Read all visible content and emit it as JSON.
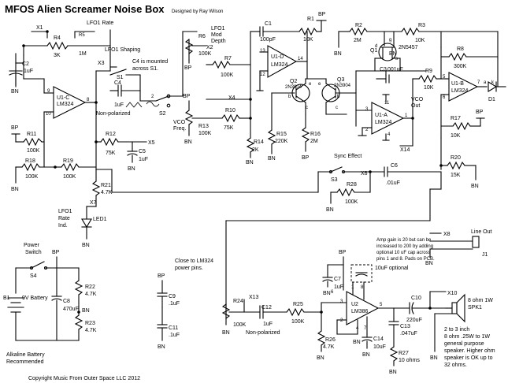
{
  "title": "MFOS Alien Screamer Noise Box",
  "designer": "Designed by Ray Wilson",
  "copyright": "Copyright Music From Outer Space LLC 2012",
  "notes": {
    "c4_note": [
      "C4 is mounted",
      "across S1."
    ],
    "lm324_note": [
      "Close to LM324",
      "power pins."
    ],
    "amp_gain_note": [
      "Amp gain is 20 but can be",
      "increased to 200 by adding",
      "optional 10 uF cap across",
      "pins 1 and 8. Pads on PCB."
    ],
    "optional_cap": "10uF optional",
    "battery_note": [
      "Alkaline Battery",
      "Recommended"
    ],
    "speaker_note": [
      "2 to 3 inch",
      "8 ohm .25W to 1W",
      "general purpose",
      "speaker. Higher ohm",
      "speaker is OK up to",
      "32 ohms."
    ],
    "sync_effect": "Sync Effect",
    "lfo1_shaping": "LFO1 Shaping",
    "lfo1_rate": "LFO1 Rate",
    "lfo1_mod_depth": [
      "LFO1",
      "Mod",
      "Depth"
    ],
    "vco_freq": [
      "VCO",
      "Freq."
    ],
    "vco_out": [
      "VCO",
      "Out"
    ],
    "lfo1_rate_ind": [
      "LFO1",
      "Rate",
      "Ind."
    ],
    "power_switch": [
      "Power",
      "Switch"
    ],
    "line_out": "Line Out",
    "non_polarized_1": "Non-polarized",
    "non_polarized_2": "Non-polarized",
    "speaker_label": [
      "8 ohm 1W",
      "SPK1"
    ]
  },
  "components": {
    "R1": [
      "R1",
      "10K"
    ],
    "R2": [
      "R2",
      "2M"
    ],
    "R3": [
      "R3",
      "10K"
    ],
    "R4": [
      "R4",
      "3K"
    ],
    "R5": [
      "R5",
      "1M"
    ],
    "R6": [
      "R6",
      "100K"
    ],
    "R7": [
      "R7",
      "100K"
    ],
    "R8": [
      "R8",
      "300K"
    ],
    "R9": [
      "R9",
      "10K"
    ],
    "R10": [
      "R10",
      "75K"
    ],
    "R11": [
      "R11",
      "100K"
    ],
    "R12": [
      "R12",
      "75K"
    ],
    "R13": [
      "R13",
      "100K"
    ],
    "R14": [
      "R14",
      "2K"
    ],
    "R15": [
      "R15",
      "220K"
    ],
    "R16": [
      "R16",
      "2M"
    ],
    "R17": [
      "R17",
      "10K"
    ],
    "R18": [
      "R18",
      "100K"
    ],
    "R19": [
      "R19",
      "100K"
    ],
    "R20": [
      "R20",
      "15K"
    ],
    "R21": [
      "R21",
      "4.7K"
    ],
    "R22": [
      "R22",
      "4.7K"
    ],
    "R23": [
      "R23",
      "4.7K"
    ],
    "R24": [
      "R24",
      "100K"
    ],
    "R25": [
      "R25",
      "100K"
    ],
    "R26": [
      "R26",
      "4.7K"
    ],
    "R27": [
      "R27",
      "10 ohms"
    ],
    "R28": [
      "R28",
      "100K"
    ],
    "C1": [
      "C1",
      "100pF"
    ],
    "C2": [
      "C2",
      "1uF"
    ],
    "C3": [
      "C3",
      ".001uF"
    ],
    "C4": [
      "C4",
      "1uF"
    ],
    "C5": [
      "C5",
      "1uF"
    ],
    "C6": [
      "C6",
      ".01uF"
    ],
    "C7": [
      "C7",
      "1uF"
    ],
    "C8": [
      "C8",
      "470uF"
    ],
    "C9": [
      "C9",
      ".1uF"
    ],
    "C10": [
      "C10",
      "220uF"
    ],
    "C11": [
      "C11",
      ".1uF"
    ],
    "C12": [
      "C12",
      "1uF"
    ],
    "C13": [
      "C13",
      ".047uF"
    ],
    "C14": [
      "C14",
      "10uF"
    ],
    "Q1": [
      "Q1",
      "2N5457"
    ],
    "Q2": [
      "Q2",
      "2N3904"
    ],
    "Q3": [
      "Q3",
      "2N3904"
    ],
    "U1A": [
      "U1-A",
      "LM324"
    ],
    "U1B": [
      "U1-B",
      "LM324"
    ],
    "U1C": [
      "U1-C",
      "LM324"
    ],
    "U1D": [
      "U1-D",
      "LM324"
    ],
    "U2": [
      "U2",
      "LM386"
    ],
    "S1": "S1",
    "S2": "S2",
    "S3": "S3",
    "S4": "S4",
    "D1": "D1",
    "LED1": "LED1",
    "J1": "J1",
    "B1": "B1",
    "B1_value": "9V Battery"
  },
  "nets": {
    "X1": "X1",
    "X2": "X2",
    "X3": "X3",
    "X4": "X4",
    "X5": "X5",
    "X6": "X6",
    "X7": "X7",
    "X8": "X8",
    "X10": "X10",
    "X13": "X13",
    "X14": "X14",
    "BN": "BN",
    "BP": "BP"
  },
  "pins": {
    "u1c_9": "9",
    "u1c_10": "10",
    "u1c_8": "8",
    "u1d_12": "12",
    "u1d_13": "13",
    "u1d_14": "14",
    "u1a_11": "11",
    "u1a_3": "3",
    "u1a_2": "2",
    "u1a_4": "4",
    "u1a_1": "1",
    "u1b_5": "5",
    "u1b_6": "6",
    "u1b_7": "7",
    "u2_1": "1",
    "u2_8": "8",
    "u2_3": "3",
    "u2_2": "2",
    "u2_6": "6",
    "u2_4": "4",
    "u2_5": "5",
    "u2_7": "7",
    "q1_d": "d",
    "q1_g": "g",
    "q1_s": "s",
    "q2_b": "b",
    "q2_c": "c",
    "q2_e": "e",
    "q3_b": "b",
    "q3_c": "c",
    "q3_e": "e",
    "d1_a": "a",
    "d1_k": "k",
    "sw1_1": "1",
    "sw1_2": "2",
    "sw2_1": "1",
    "sw2_2": "2",
    "sw2_3": "3",
    "pot_1": "1",
    "pot_2": "2",
    "pot_3": "3"
  }
}
